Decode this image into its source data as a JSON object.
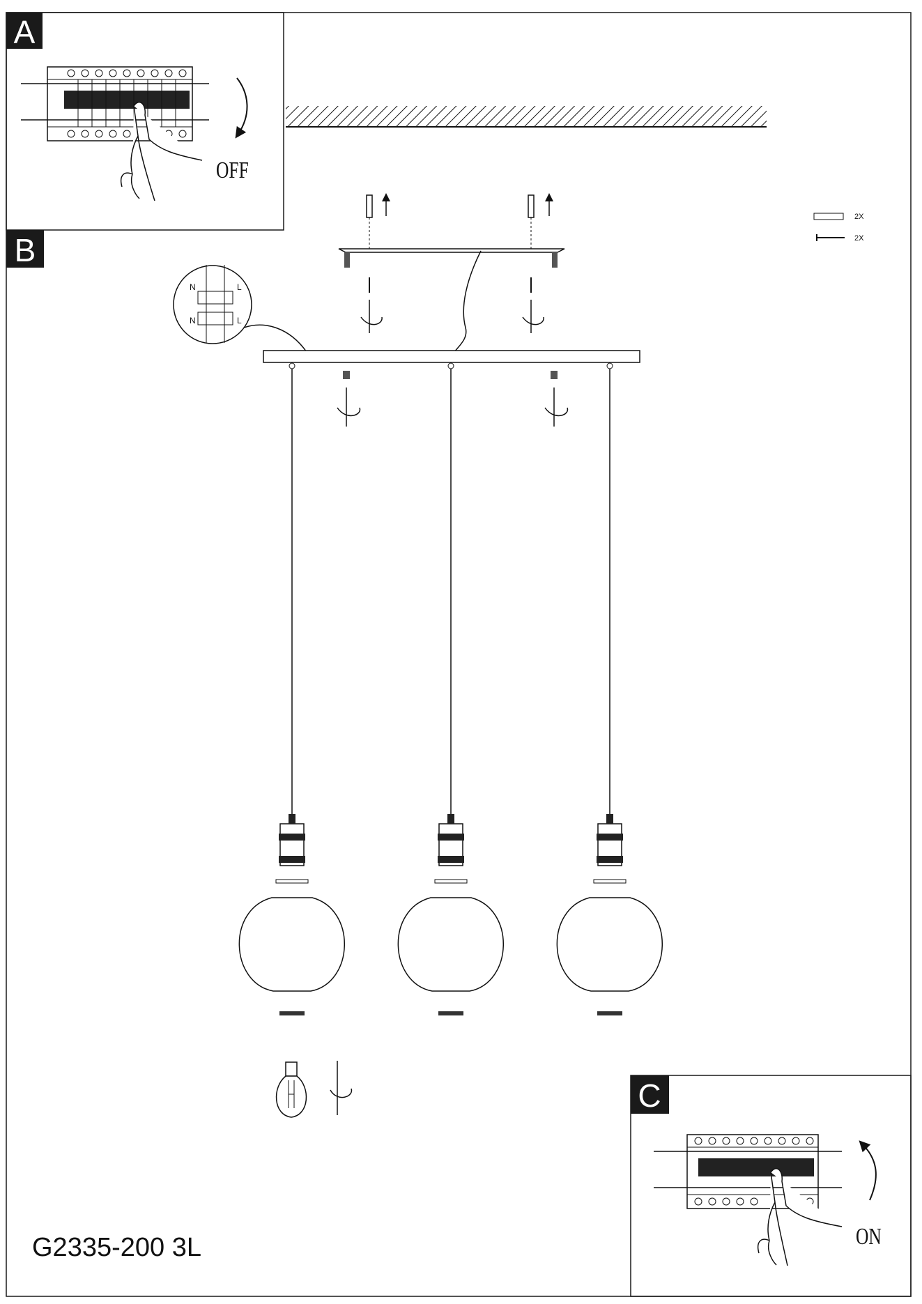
{
  "panels": {
    "a": {
      "label": "A",
      "switch_state": "OFF"
    },
    "b": {
      "label": "B"
    },
    "c": {
      "label": "C",
      "switch_state": "ON"
    }
  },
  "terminal": {
    "neutral": "N",
    "live": "L"
  },
  "hardware": {
    "wall_plug_qty": "2X",
    "screw_qty": "2X"
  },
  "model": "G2335-200 3L",
  "colors": {
    "line": "#1a1a1a",
    "fill_dark": "#222222",
    "hatch": "#111111"
  }
}
